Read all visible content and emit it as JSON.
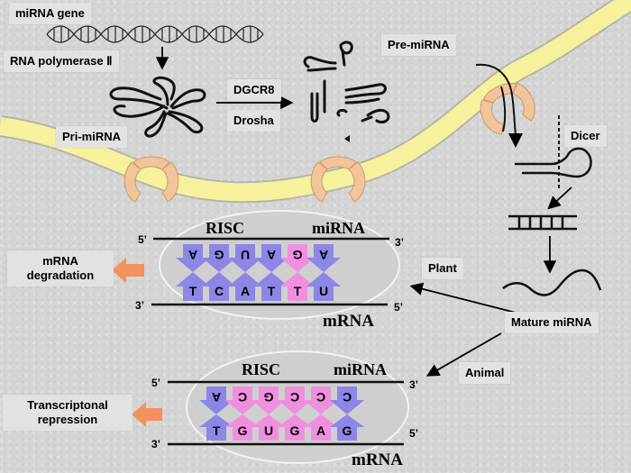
{
  "labels": {
    "mirna_gene": "miRNA gene",
    "rna_pol": "RNA polymerase Ⅱ",
    "pri_mirna": "Pri-miRNA",
    "dgcr8": "DGCR8",
    "drosha": "Drosha",
    "pre_mirna": "Pre-miRNA",
    "dicer": "Dicer",
    "plant": "Plant",
    "animal": "Animal",
    "mature_mirna": "Mature miRNA",
    "mrna_degradation": "mRNA degradation",
    "transcriptional_repression": "Transcriptonal repression"
  },
  "top_complex": {
    "risc": "RISC",
    "mirna": "miRNA",
    "mrna": "mRNA",
    "top_left": "5’",
    "top_right": "3’",
    "bottom_left": "3’",
    "bottom_right": "5’",
    "mirna_bases": [
      "A",
      "G",
      "U",
      "A",
      "G",
      "A"
    ],
    "mrna_bases": [
      "T",
      "C",
      "A",
      "T",
      "T",
      "U"
    ]
  },
  "bottom_complex": {
    "risc": "RISC",
    "mirna": "miRNA",
    "mrna": "mRNA",
    "top_left": "5’",
    "top_right": "3’",
    "bottom_left": "3’",
    "bottom_right": "5’",
    "mirna_bases": [
      "A",
      "C",
      "G",
      "C",
      "C",
      "C"
    ],
    "mrna_bases": [
      "T",
      "G",
      "U",
      "G",
      "A",
      "G"
    ]
  },
  "colors": {
    "membrane": "#f6f19c",
    "pore": "#f3c49a",
    "blue_arrow": "#8c86e6",
    "pink_arrow": "#f08fe0",
    "output_arrow": "#f4915c",
    "label_bg": "#e2e2e2"
  }
}
